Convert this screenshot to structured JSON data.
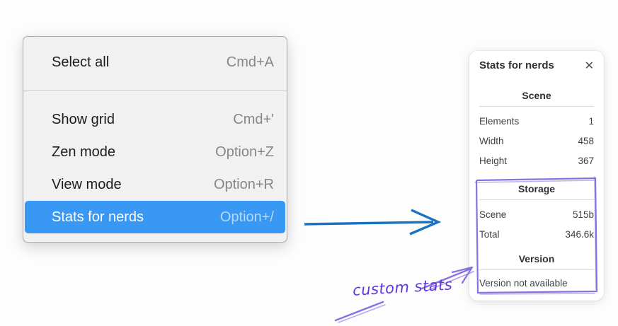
{
  "context_menu": {
    "items": [
      {
        "label": "Select all",
        "shortcut": "Cmd+A",
        "highlighted": false
      },
      {
        "label": "Show grid",
        "shortcut": "Cmd+'",
        "highlighted": false
      },
      {
        "label": "Zen mode",
        "shortcut": "Option+Z",
        "highlighted": false
      },
      {
        "label": "View mode",
        "shortcut": "Option+R",
        "highlighted": false
      },
      {
        "label": "Stats for nerds",
        "shortcut": "Option+/",
        "highlighted": true
      }
    ],
    "highlight_color": "#3898f3"
  },
  "stats_panel": {
    "title": "Stats for nerds",
    "close_icon": "✕",
    "sections": [
      {
        "heading": "Scene",
        "rows": [
          {
            "label": "Elements",
            "value": "1"
          },
          {
            "label": "Width",
            "value": "458"
          },
          {
            "label": "Height",
            "value": "367"
          }
        ]
      },
      {
        "heading": "Storage",
        "rows": [
          {
            "label": "Scene",
            "value": "515b"
          },
          {
            "label": "Total",
            "value": "346.6k"
          }
        ]
      },
      {
        "heading": "Version",
        "note": "Version not available"
      }
    ]
  },
  "annotation": {
    "label": "custom stats",
    "text_color": "#6238d8",
    "sketch_color": "#8a70e0",
    "arrow_color": "#1971c2"
  }
}
